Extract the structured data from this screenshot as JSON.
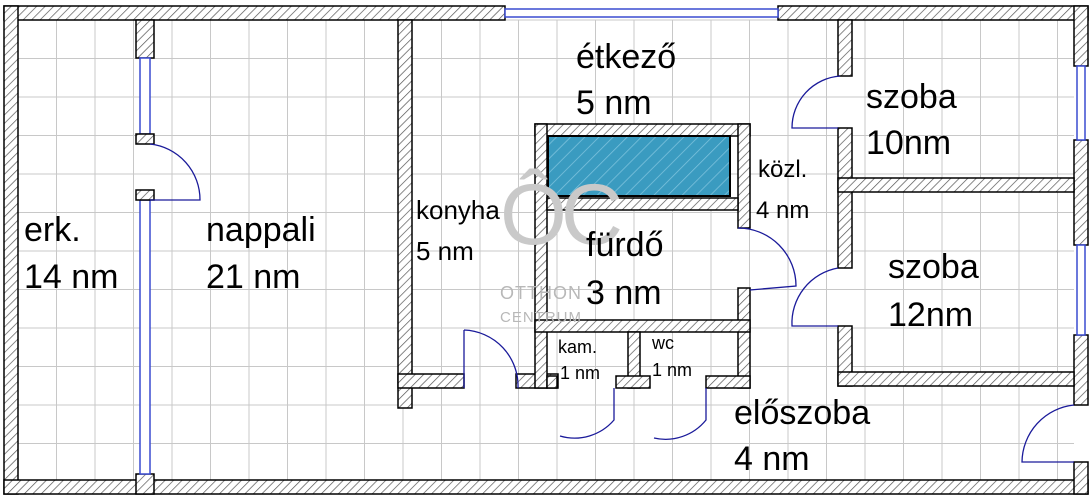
{
  "rooms": {
    "erkely": {
      "name": "erk.",
      "area": "14 nm"
    },
    "nappali": {
      "name": "nappali",
      "area": "21 nm"
    },
    "etkezo": {
      "name": "étkező",
      "area": "5 nm"
    },
    "konyha": {
      "name": "konyha",
      "area": "5 nm"
    },
    "furdo": {
      "name": "fürdő",
      "area": "3 nm"
    },
    "kamra": {
      "name": "kam.",
      "area": "1 nm"
    },
    "wc": {
      "name": "wc",
      "area": "1 nm"
    },
    "kozlekedo": {
      "name": "közl.",
      "area": "4 nm"
    },
    "szoba1": {
      "name": "szoba",
      "area": "10nm"
    },
    "szoba2": {
      "name": "szoba",
      "area": "12nm"
    },
    "eloszoba": {
      "name": "előszoba",
      "area": "4 nm"
    }
  },
  "watermark": {
    "line1": "OTTHON",
    "line2": "CENTRUM"
  },
  "colors": {
    "wall_stroke": "#000000",
    "door": "#1a1a9a",
    "window": "#3a4bd0",
    "tub": "#3a9bc0",
    "grid": "#c8c8c8"
  }
}
